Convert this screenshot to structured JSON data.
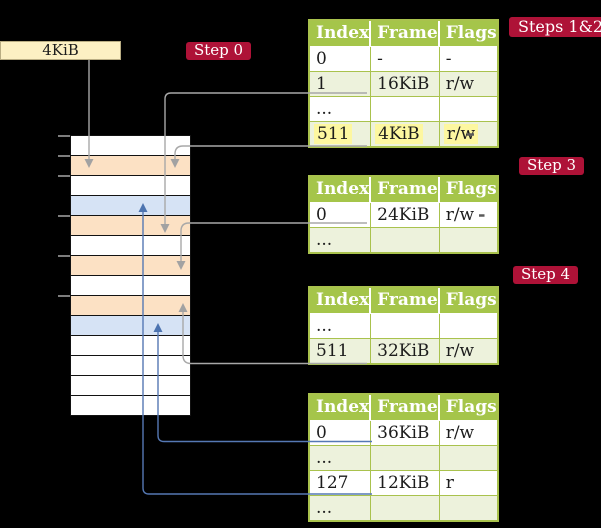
{
  "colors": {
    "bg": "#000000",
    "accent-red": "#ae1237",
    "header-green": "#a5c54a",
    "row-green": "#edf2dc",
    "border-green": "#a9c24d",
    "peach": "#fce1c4",
    "page-blue": "#d6e3f5",
    "cream": "#fcf0c3",
    "highlight-yellow": "#fdf7a0",
    "arrow-gray": "#a8a8a8",
    "arrow-blue": "#5578b4"
  },
  "frame_size_box": {
    "label": "4KiB"
  },
  "step_labels": {
    "step0": "Step 0",
    "steps12": "Steps 1&2",
    "step3": "Step 3",
    "step4": "Step 4"
  },
  "memory": {
    "rows": [
      {
        "color": "white"
      },
      {
        "color": "peach"
      },
      {
        "color": "white"
      },
      {
        "color": "blue"
      },
      {
        "color": "peach"
      },
      {
        "color": "white"
      },
      {
        "color": "peach"
      },
      {
        "color": "white"
      },
      {
        "color": "peach"
      },
      {
        "color": "blue"
      },
      {
        "color": "white"
      },
      {
        "color": "white"
      },
      {
        "color": "white"
      },
      {
        "color": "white"
      }
    ]
  },
  "tables": [
    {
      "headers": [
        "Index",
        "Frame",
        "Flags"
      ],
      "rows": [
        [
          "0",
          "-",
          "-"
        ],
        [
          "1",
          "16KiB",
          "r/w"
        ],
        [
          "...",
          "",
          ""
        ],
        [
          "511",
          "4KiB",
          "r/w"
        ]
      ]
    },
    {
      "headers": [
        "Index",
        "Frame",
        "Flags"
      ],
      "rows": [
        [
          "0",
          "24KiB",
          "r/w"
        ],
        [
          "...",
          "",
          ""
        ]
      ]
    },
    {
      "headers": [
        "Index",
        "Frame",
        "Flags"
      ],
      "rows": [
        [
          "...",
          "",
          ""
        ],
        [
          "511",
          "32KiB",
          "r/w"
        ]
      ]
    },
    {
      "headers": [
        "Index",
        "Frame",
        "Flags"
      ],
      "rows": [
        [
          "0",
          "36KiB",
          "r/w"
        ],
        [
          "...",
          "",
          ""
        ],
        [
          "127",
          "12KiB",
          "r"
        ],
        [
          "...",
          "",
          ""
        ]
      ]
    }
  ]
}
